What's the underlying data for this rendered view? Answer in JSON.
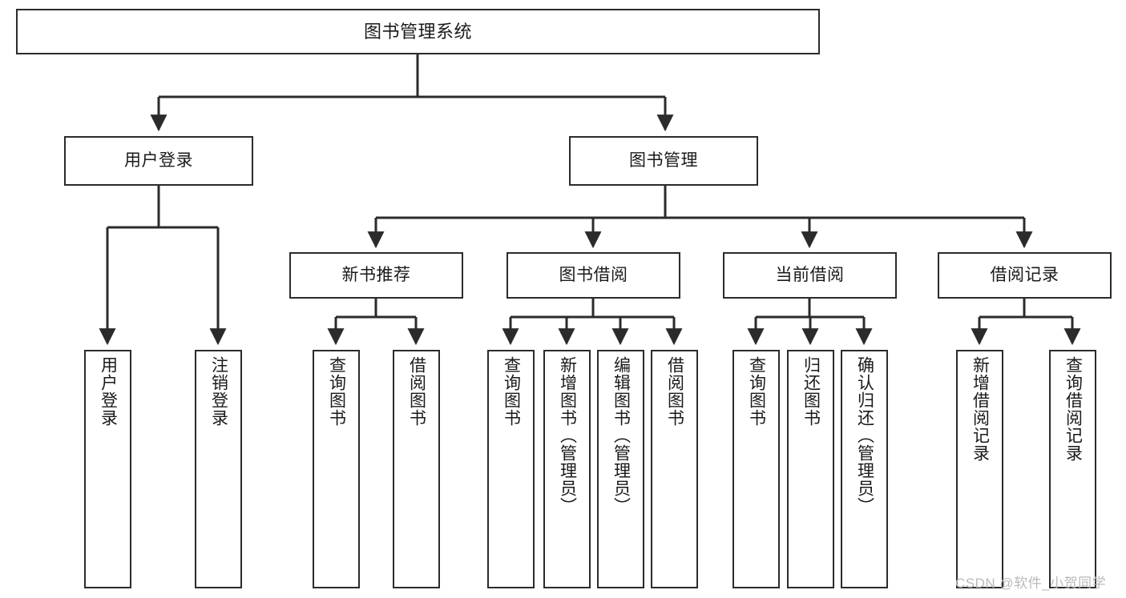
{
  "diagram": {
    "type": "tree-hierarchy-chart",
    "title": "图书管理系统",
    "watermark": "CSDN @软件_小贺同学",
    "colors": {
      "box_border": "#2b2b2b",
      "box_fill": "#ffffff",
      "connector": "#2b2b2b",
      "text": "#1a1a1a",
      "watermark": "#b9b9b9",
      "background": "#ffffff"
    },
    "root": {
      "label": "图书管理系统"
    },
    "level2": [
      {
        "id": "user-login",
        "label": "用户登录"
      },
      {
        "id": "book-management",
        "label": "图书管理"
      }
    ],
    "level3": [
      {
        "id": "new-book-recommend",
        "label": "新书推荐"
      },
      {
        "id": "book-borrow",
        "label": "图书借阅"
      },
      {
        "id": "current-borrow",
        "label": "当前借阅"
      },
      {
        "id": "borrow-record",
        "label": "借阅记录"
      }
    ],
    "leaves": {
      "user_login": [
        {
          "id": "leaf-user-login",
          "label": "用户登录"
        },
        {
          "id": "leaf-logout-login",
          "label": "注销登录"
        }
      ],
      "new_book_recommend": [
        {
          "id": "leaf-query-book-1",
          "label": "查询图书"
        },
        {
          "id": "leaf-borrow-book-1",
          "label": "借阅图书"
        }
      ],
      "book_borrow": [
        {
          "id": "leaf-query-book-2",
          "label": "查询图书"
        },
        {
          "id": "leaf-add-book-admin",
          "label": "新增图书（管理员）"
        },
        {
          "id": "leaf-edit-book-admin",
          "label": "编辑图书（管理员）"
        },
        {
          "id": "leaf-borrow-book-2",
          "label": "借阅图书"
        }
      ],
      "current_borrow": [
        {
          "id": "leaf-query-book-3",
          "label": "查询图书"
        },
        {
          "id": "leaf-return-book",
          "label": "归还图书"
        },
        {
          "id": "leaf-confirm-return-admin",
          "label": "确认归还（管理员）"
        }
      ],
      "borrow_record": [
        {
          "id": "leaf-add-borrow-record",
          "label": "新增借阅记录"
        },
        {
          "id": "leaf-query-borrow-record",
          "label": "查询借阅记录"
        }
      ]
    }
  }
}
